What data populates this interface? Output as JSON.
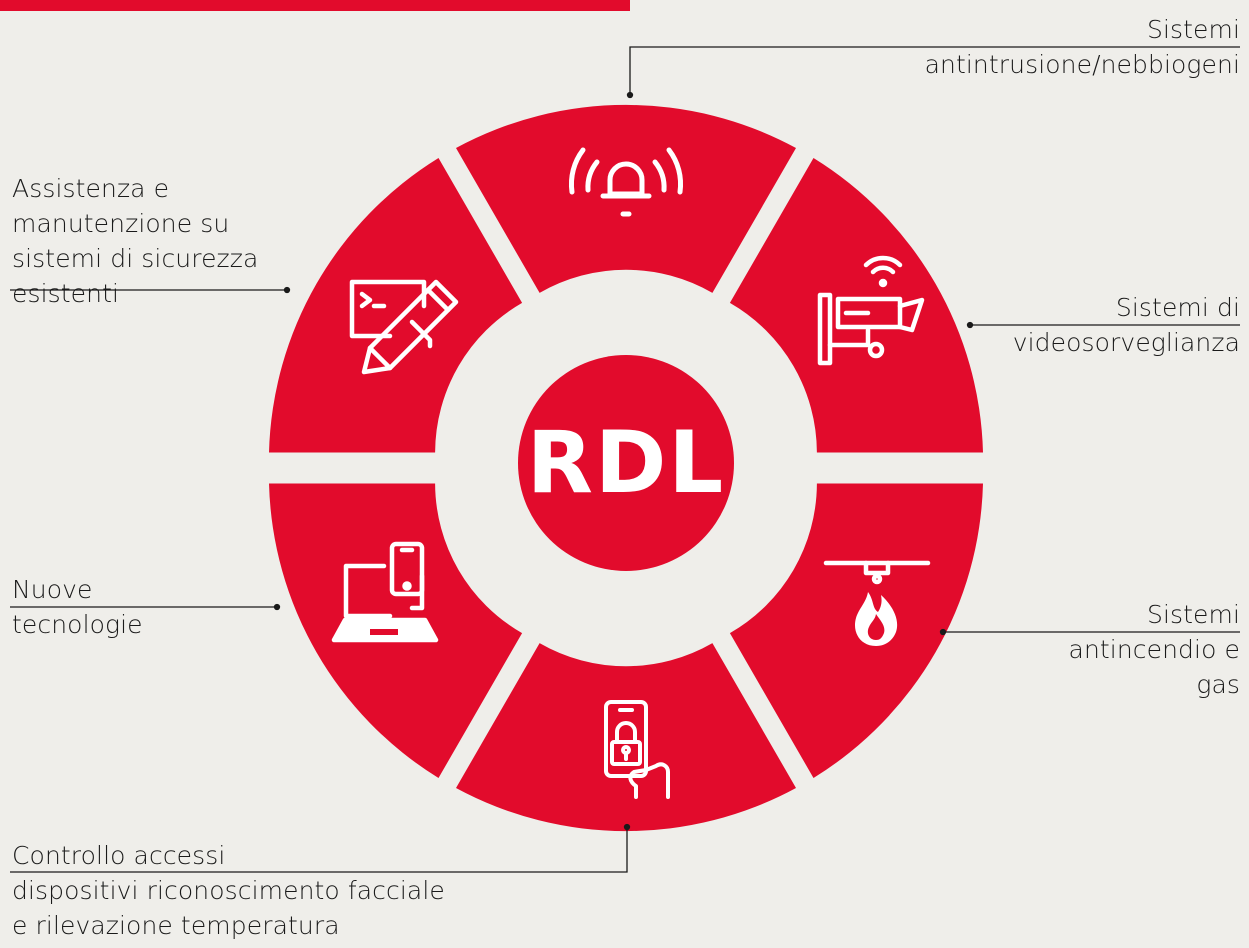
{
  "brand": {
    "logo_text": "RDL",
    "accent_color": "#e20b2c",
    "background": "#efeeea"
  },
  "services": [
    {
      "id": "intrusion",
      "icon": "alarm-bell-icon",
      "label_lines": [
        "Sistemi",
        "antintrusione/nebbiogeni"
      ]
    },
    {
      "id": "video",
      "icon": "security-camera-icon",
      "label_lines": [
        "Sistemi di",
        "videosorveglianza"
      ]
    },
    {
      "id": "fire",
      "icon": "fire-detector-icon",
      "label_lines": [
        "Sistemi",
        "antincendio e",
        "gas"
      ]
    },
    {
      "id": "access",
      "icon": "access-control-phone-icon",
      "label_lines": [
        "Controllo accessi",
        "dispositivi riconoscimento facciale",
        "e rilevazione temperatura"
      ]
    },
    {
      "id": "tech",
      "icon": "laptop-phone-icon",
      "label_lines": [
        "Nuove",
        "tecnologie"
      ]
    },
    {
      "id": "maintenance",
      "icon": "pencil-screen-icon",
      "label_lines": [
        "Assistenza e",
        "manutenzione su",
        "sistemi di sicurezza",
        "esistenti"
      ]
    }
  ]
}
